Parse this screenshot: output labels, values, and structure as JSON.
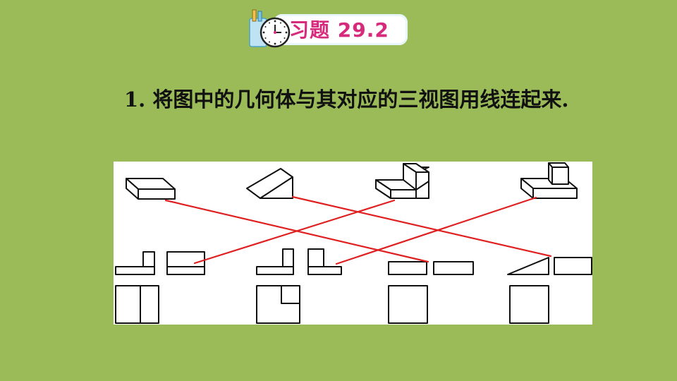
{
  "header": {
    "title": "习题 29.2",
    "icon": "clock-pencil-icon",
    "accent_color": "#d62a7c"
  },
  "question": {
    "text": "1. 将图中的几何体与其对应的三视图用线连起来."
  },
  "figure": {
    "solids": [
      "flat-slab-solid",
      "wedge-solid",
      "step-solid",
      "cube-on-slab-solid"
    ],
    "views": [
      "view-set-1",
      "view-set-2",
      "view-set-3",
      "view-set-4"
    ],
    "connections": [
      {
        "solid": 1,
        "view": 3
      },
      {
        "solid": 2,
        "view": 4
      },
      {
        "solid": 3,
        "view": 1
      },
      {
        "solid": 4,
        "view": 2
      }
    ],
    "line_color": "#e02020",
    "background": "#ffffff"
  }
}
